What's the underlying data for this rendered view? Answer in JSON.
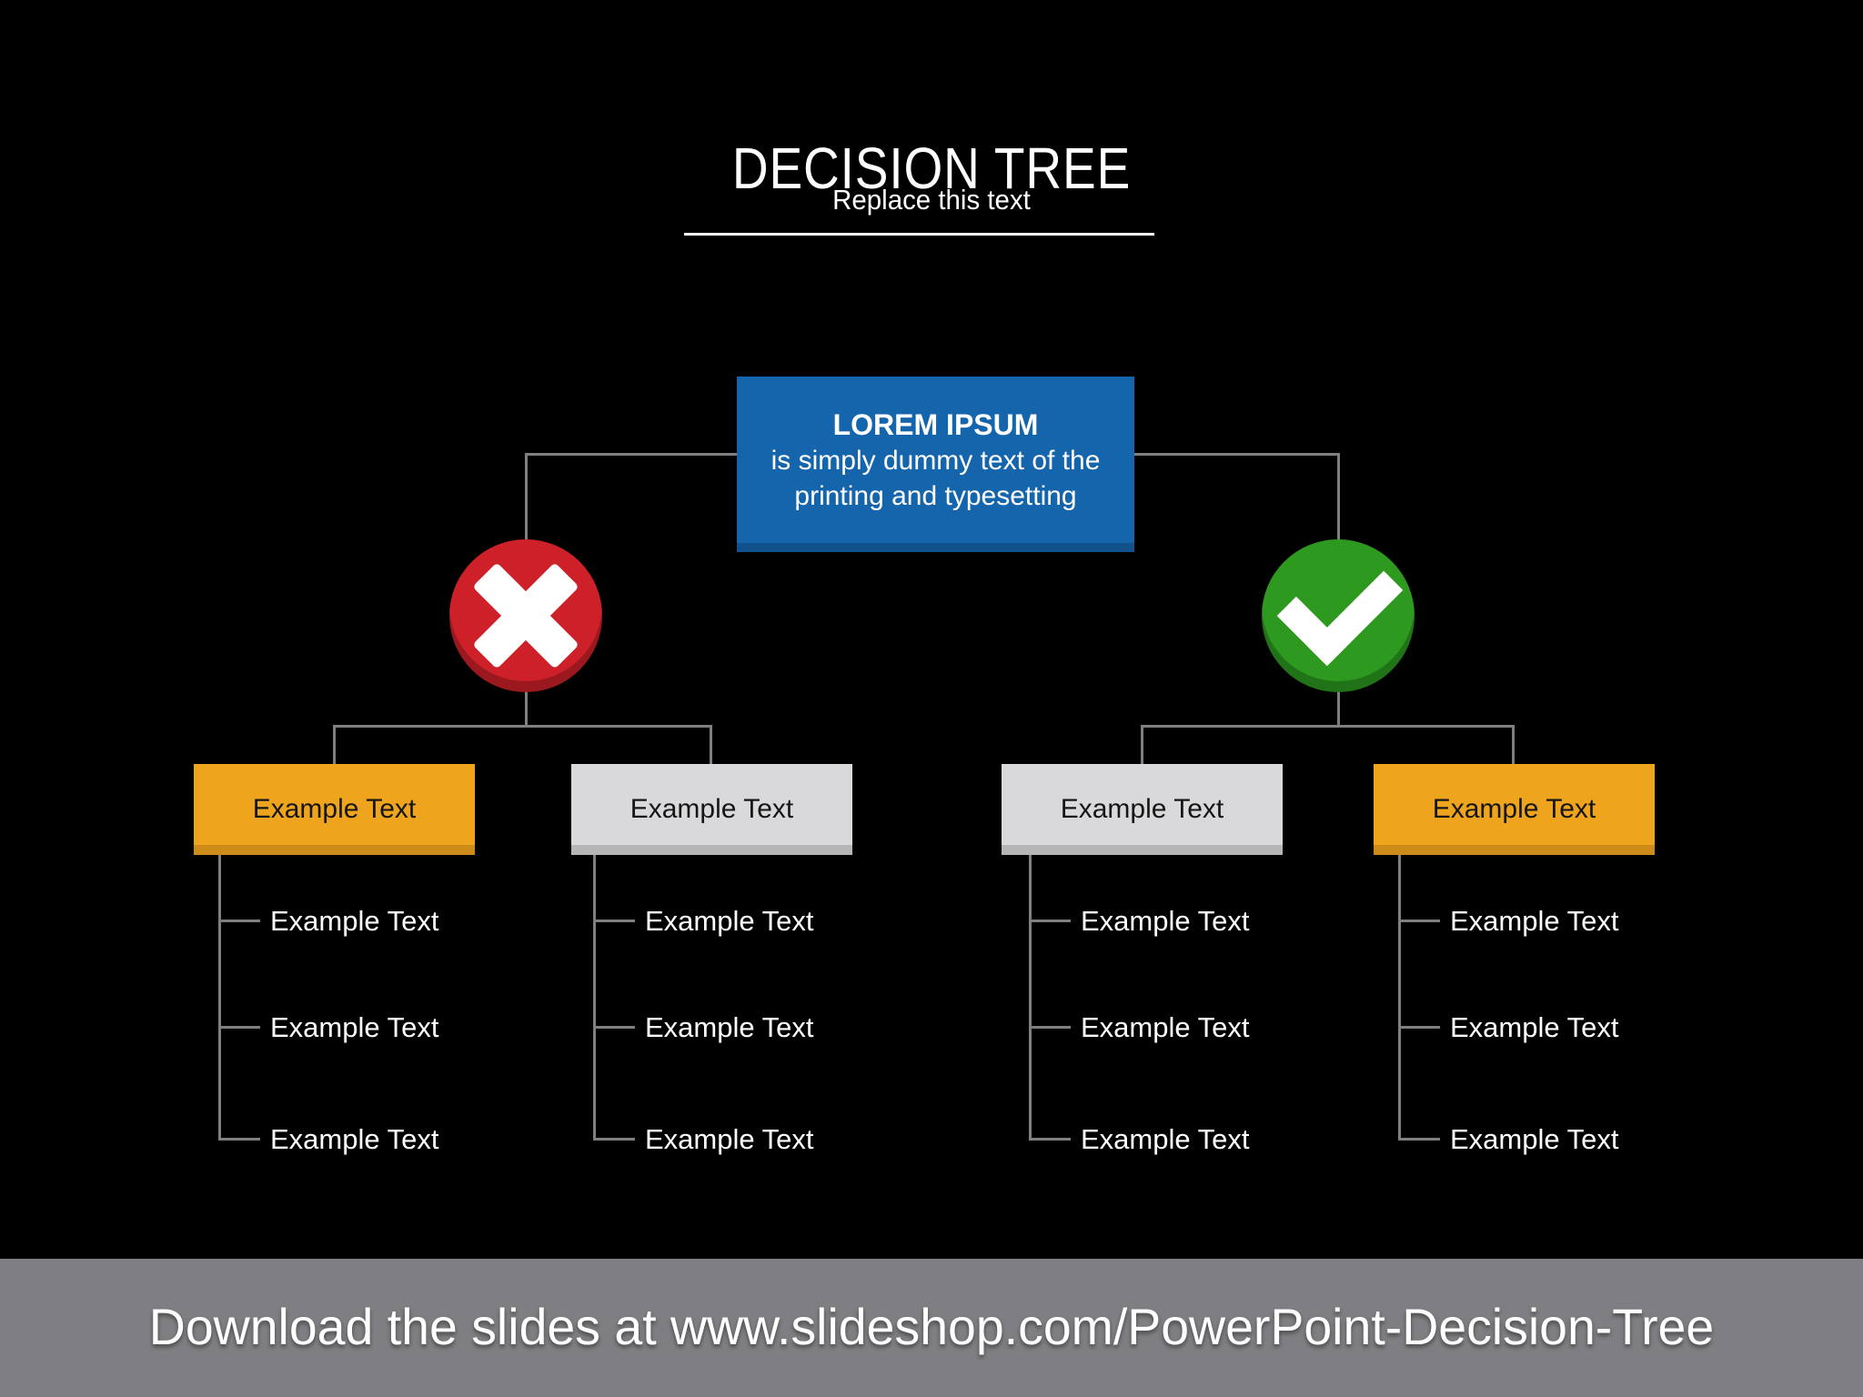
{
  "header": {
    "title": "DECISION TREE",
    "subtitle": "Replace this text"
  },
  "root": {
    "title": "LOREM IPSUM",
    "body_line1": "is simply dummy text of the",
    "body_line2": "printing and typesetting"
  },
  "branch_icons": {
    "left": "cross-icon",
    "right": "check-icon"
  },
  "nodes": [
    {
      "label": "Example Text",
      "variant": "orange",
      "children": [
        "Example Text",
        "Example Text",
        "Example Text"
      ]
    },
    {
      "label": "Example Text",
      "variant": "gray",
      "children": [
        "Example Text",
        "Example Text",
        "Example Text"
      ]
    },
    {
      "label": "Example Text",
      "variant": "gray",
      "children": [
        "Example Text",
        "Example Text",
        "Example Text"
      ]
    },
    {
      "label": "Example Text",
      "variant": "orange",
      "children": [
        "Example Text",
        "Example Text",
        "Example Text"
      ]
    }
  ],
  "footer": {
    "text": "Download the slides at www.slideshop.com/PowerPoint-Decision-Tree"
  },
  "colors": {
    "background": "#000000",
    "accent-blue": "#1565ad",
    "accent-orange": "#efa41e",
    "neutral-gray": "#d9d8db",
    "negative-red": "#ce2029",
    "positive-green": "#2d9a1f",
    "connector-gray": "#7f7f7f",
    "footer-gray": "#7f7e82"
  }
}
